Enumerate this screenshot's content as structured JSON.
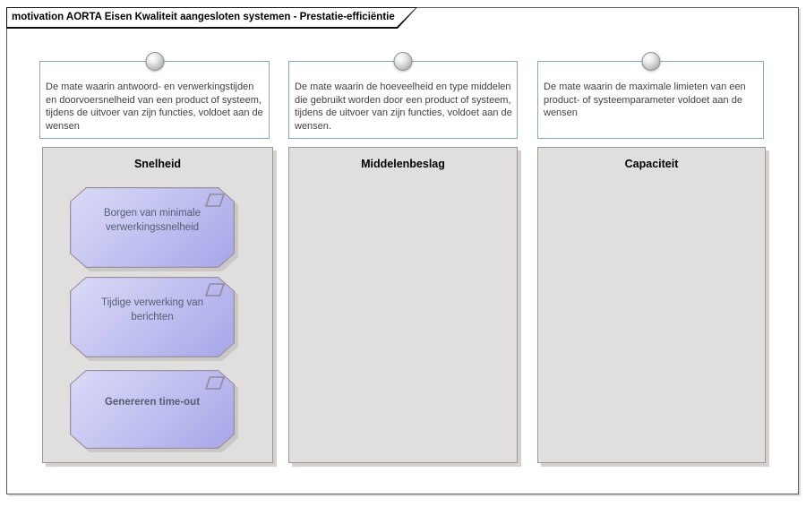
{
  "diagram": {
    "title": "motivation AORTA Eisen Kwaliteit aangesloten systemen - Prestatie-efficiëntie"
  },
  "notes": [
    {
      "text": "De mate waarin antwoord- en verwerkingstijden en doorvoersnelheid van een product of systeem, tijdens de uitvoer van zijn functies, voldoet aan de wensen"
    },
    {
      "text": "De mate waarin de hoeveelheid en type middelen die gebruikt worden door een product of systeem, tijdens de uitvoer van zijn functies, voldoet aan de wensen."
    },
    {
      "text": "De mate waarin de maximale limieten van een product- of systeemparameter voldoet aan de wensen"
    }
  ],
  "groups": [
    {
      "label": "Snelheid",
      "requirements": [
        {
          "label": "Borgen van minimale verwerkingssnelheid"
        },
        {
          "label": "Tijdige verwerking van berichten"
        },
        {
          "label": "Genereren time-out"
        }
      ]
    },
    {
      "label": "Middelenbeslag",
      "requirements": []
    },
    {
      "label": "Capaciteit",
      "requirements": []
    }
  ],
  "icons": {
    "note_indicator": "sphere-icon",
    "requirement_marker": "parallelogram-icon"
  },
  "colors": {
    "note_border": "#84a7c0",
    "group_fill": "#e0dfde",
    "group_border": "#a2938c",
    "requirement_fill_light": "#dadaf7",
    "requirement_fill_dark": "#a6a6e9",
    "requirement_border": "#9c8e9c",
    "requirement_text": "#565d70",
    "frame_border": "#58595b"
  }
}
